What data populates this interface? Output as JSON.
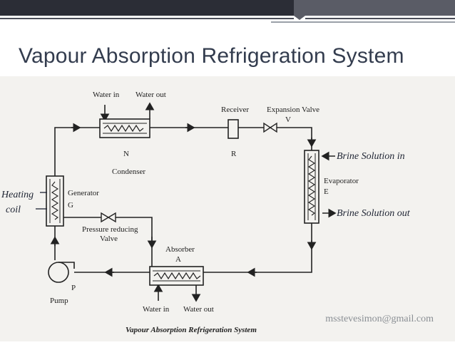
{
  "slide": {
    "title": "Vapour Absorption Refrigeration System",
    "email": "msstevesimon@gmail.com"
  },
  "diagram": {
    "caption": "Vapour Absorption Refrigeration System",
    "condenser": {
      "label": "Condenser",
      "letter": "N",
      "water_in": "Water in",
      "water_out": "Water out"
    },
    "receiver": {
      "label": "Receiver",
      "letter": "R"
    },
    "expansion_valve": {
      "label": "Expansion Valve",
      "letter": "V"
    },
    "evaporator": {
      "label": "Evaporator",
      "letter": "E",
      "brine_in": "Brine Solution in",
      "brine_out": "Brine Solution out"
    },
    "generator": {
      "label": "Generator",
      "letter": "G",
      "heating_coil_1": "Heating",
      "heating_coil_2": "coil"
    },
    "pressure_valve": {
      "label_1": "Pressure reducing",
      "label_2": "Valve"
    },
    "absorber": {
      "label": "Absorber",
      "letter": "A",
      "water_in": "Water in",
      "water_out": "Water out"
    },
    "pump": {
      "label": "Pump",
      "letter": "P"
    }
  }
}
